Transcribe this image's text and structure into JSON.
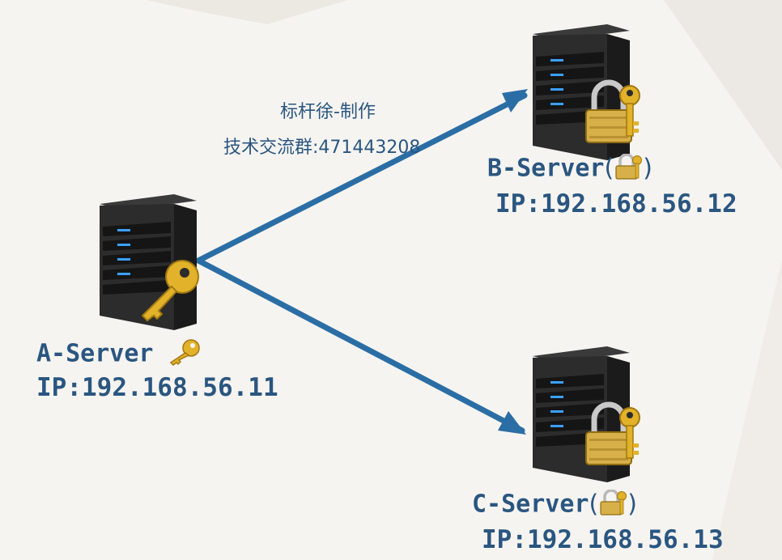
{
  "caption": {
    "line1": "标杆徐-制作",
    "line2": "技术交流群:471443208"
  },
  "servers": {
    "a": {
      "name": "A-Server",
      "ip": "IP:192.168.56.11",
      "icon": "key-icon"
    },
    "b": {
      "name": "B-Server",
      "paren_open": "(",
      "paren_close": ")",
      "ip": "IP:192.168.56.12",
      "icon": "padlock-key-icon"
    },
    "c": {
      "name": "C-Server",
      "paren_open": "(",
      "paren_close": ")",
      "ip": "IP:192.168.56.13",
      "icon": "padlock-key-icon"
    }
  },
  "colors": {
    "arrow": "#2b6ea5",
    "label": "#2a5680",
    "server_body": "#2c2c2c",
    "drive_light": "#3aa0ff",
    "gold": "#e2b22a"
  }
}
